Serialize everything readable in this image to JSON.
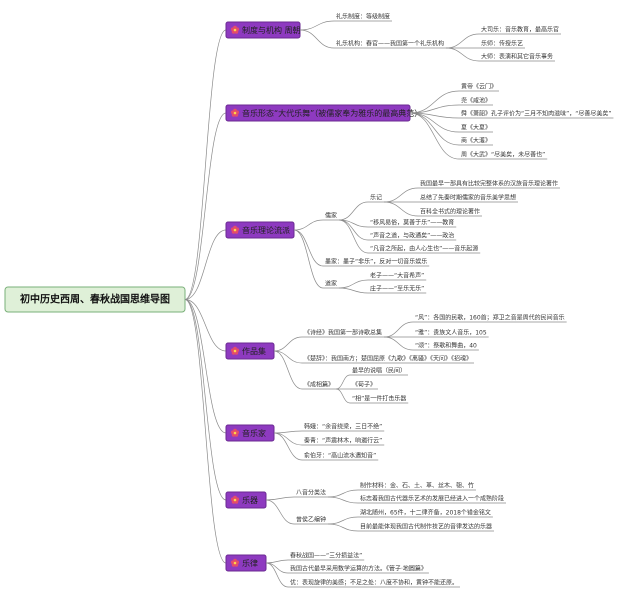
{
  "root": {
    "label": "初中历史西周、春秋战国思维导图"
  },
  "branches": [
    {
      "label": "制度与机构 周朝",
      "items": [
        {
          "label": "礼乐制度：等级制度"
        },
        {
          "label": "礼乐机构：春官——我国第一个礼乐机构",
          "children": [
            "大司乐：音乐教育，最高乐官",
            "乐师：传授乐艺",
            "大师：表演和其它音乐事务"
          ]
        }
      ]
    },
    {
      "label": "音乐形态“大代乐舞”（被儒家奉为雅乐的最高典范）",
      "items": [
        {
          "label": "黄帝《云门》"
        },
        {
          "label": "尧《咸池》"
        },
        {
          "label": "舜《萧韶》孔子评价为“三月不知肉滋味”，“尽善尽美矣”"
        },
        {
          "label": "夏《大夏》"
        },
        {
          "label": "商《大濩》"
        },
        {
          "label": "周《大武》“尽美矣，未尽善也”"
        }
      ]
    },
    {
      "label": "音乐理论流派",
      "items": [
        {
          "label": "儒家",
          "children": [
            {
              "label": "乐记",
              "children": [
                "我国最早一部具有比较完整体系的汉族音乐理论著作",
                "总结了先秦时期儒家的音乐美学思想",
                "百科全书式的理论著作"
              ]
            },
            {
              "label": "“移风易俗，莫善于乐”——教育"
            },
            {
              "label": "“声音之道，与政通矣”——政治"
            },
            {
              "label": "“凡音之所起，由人心生也”——音乐起源"
            }
          ]
        },
        {
          "label": "墨家：墨子“非乐”，反对一切音乐娱乐"
        },
        {
          "label": "道家",
          "children": [
            "老子——“大音希声”",
            "庄子——“至乐无乐”"
          ]
        }
      ]
    },
    {
      "label": "作品集",
      "items": [
        {
          "label": "《诗经》我国第一部诗歌总集",
          "children": [
            "“风”：各国的民歌，160首；郑卫之音是周代的民间音乐",
            "“雅”：贵族文人音乐，105",
            "“颂”：祭歌和舞曲，40"
          ]
        },
        {
          "label": "《楚辞》：我国南方；楚国屈原《九歌》《离骚》《天问》《招魂》"
        },
        {
          "label": "《成相篇》",
          "children": [
            "最早的说唱（民间）",
            "《荀子》",
            "“相”是一件打击乐器"
          ]
        }
      ]
    },
    {
      "label": "音乐家",
      "items": [
        {
          "label": "韩娥：“余音绕梁，三日不绝”"
        },
        {
          "label": "秦青：“声震林木，响遏行云”"
        },
        {
          "label": "俞伯牙：“高山流水遇知音”"
        }
      ]
    },
    {
      "label": "乐器",
      "items": [
        {
          "label": "八音分类法",
          "children": [
            "制作材料：金、石、土、革、丝木、匏、竹",
            "标志着我国古代器乐艺术的发展已经进入一个成熟阶段"
          ]
        },
        {
          "label": "曾侯乙编钟",
          "children": [
            "湖北随州，65件，十二律齐备，2018个错金铭文",
            "目前最能体现我国古代制作技艺的音律发达的乐器"
          ]
        }
      ]
    },
    {
      "label": "乐律",
      "items": [
        {
          "label": "春秋战国——“三分损益法”"
        },
        {
          "label": "我国古代最早采用数学运算的方法。《管子·地圆篇》"
        },
        {
          "label": "优：表现旋律的美感；不足之处：八度不协和，黄钟不能还原。"
        }
      ]
    }
  ],
  "colors": {
    "branch_fill": "#8e3ac0",
    "branch_stroke": "#6b2a92",
    "branch_text": "#ffffff",
    "root_fill": "#dff0d8",
    "root_stroke": "#7ab07a",
    "icon_fill": "#e34d6a",
    "line": "#8a8a8a"
  },
  "icons": [
    "flower-icon",
    "flower-icon",
    "flower-icon",
    "flower-icon",
    "flower-icon",
    "flower-icon",
    "flower-icon"
  ]
}
